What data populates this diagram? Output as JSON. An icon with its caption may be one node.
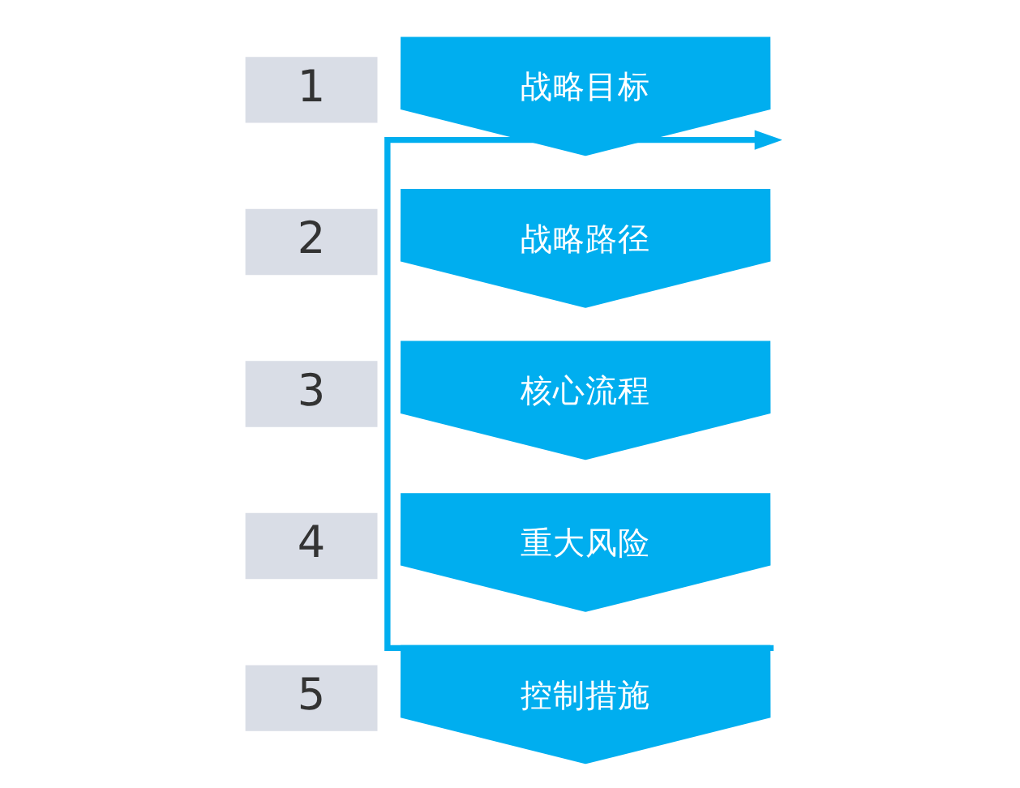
{
  "diagram": {
    "nodes": [
      {
        "text": [
          "1"
        ]
      },
      {
        "text": [
          "战略目标"
        ]
      },
      {
        "text": [
          "2"
        ]
      },
      {
        "text": [
          "战略路径"
        ]
      },
      {
        "text": [
          "3"
        ]
      },
      {
        "text": [
          "核心流程"
        ]
      },
      {
        "text": [
          "4"
        ]
      },
      {
        "text": [
          "重大风险"
        ]
      },
      {
        "text": [
          "5"
        ]
      },
      {
        "text": [
          "控制措施"
        ]
      }
    ],
    "edges": [
      {
        "from": 9,
        "to": 1,
        "arrow": "to"
      }
    ]
  }
}
